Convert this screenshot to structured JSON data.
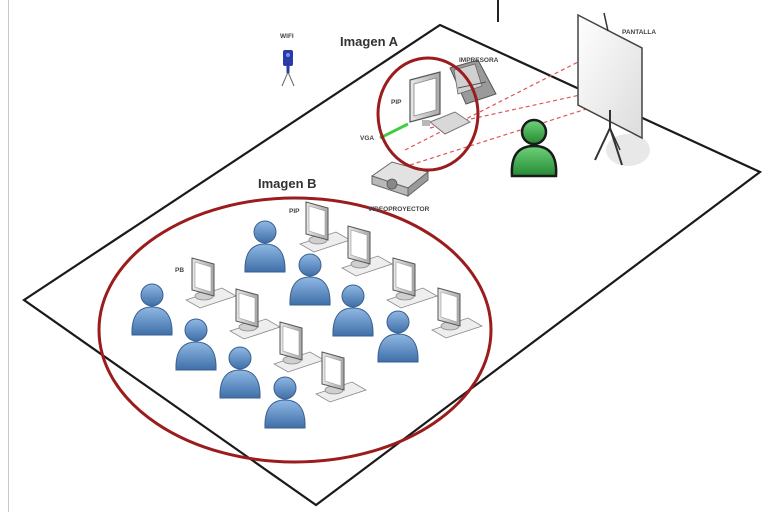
{
  "labels": {
    "imagen_a": "Imagen A",
    "imagen_b": "Imagen B",
    "pantalla": "PANTALLA",
    "impresora": "IMPRESORA",
    "pip_a": "PIP",
    "vga": "VGA",
    "proyector": "VIDEOPROYECTOR",
    "pip_b": "PIP",
    "pb": "PB",
    "wifi": "WIFI"
  },
  "colors": {
    "student": "#5b8ec6",
    "teacher": "#3ea34a",
    "circle": "#9b1c1c",
    "projection": "#e05555",
    "cable": "#44cc44",
    "wifi": "#2a3aa8"
  }
}
